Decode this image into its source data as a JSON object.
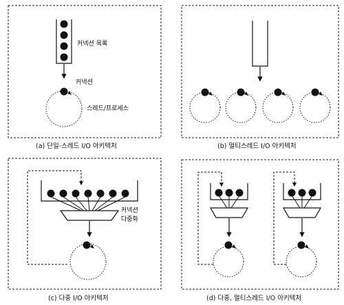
{
  "panels": {
    "a": {
      "caption": "(a) 단일-스레드 I/O 아키텍처",
      "labels": {
        "connection_list": "커넥션 목록",
        "connection": "커넥션",
        "thread_process": "스레드/프로세스"
      }
    },
    "b": {
      "caption": "(b) 멀티스레드 I/O 아키텍처"
    },
    "c": {
      "caption": "(c) 다중 I/O 아키텍처",
      "labels": {
        "multiplexing_1": "커넥션",
        "multiplexing_2": "다중화"
      }
    },
    "d": {
      "caption": "(d) 다중, 멀티스레드 I/O 아키텍처"
    }
  }
}
